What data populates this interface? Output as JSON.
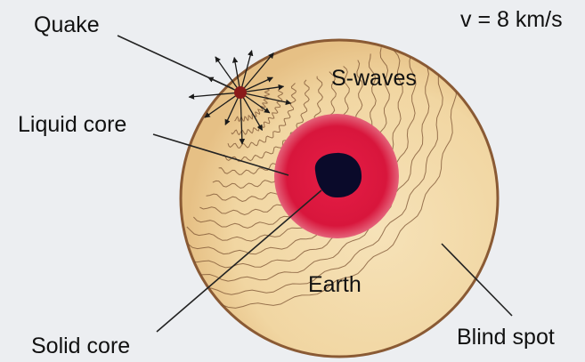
{
  "labels": {
    "quake": "Quake",
    "velocity": "v = 8 km/s",
    "s_waves": "S-waves",
    "liquid_core": "Liquid core",
    "solid_core": "Solid core",
    "earth": "Earth",
    "blind_spot": "Blind spot"
  },
  "colors": {
    "background": "#eceef1",
    "earth_fill": "#f1d6a2",
    "earth_outline": "#8a5a34",
    "wavefront": "#7a5030",
    "liquid_core": "#d8163c",
    "solid_core": "#0a0a2a",
    "quake_focus": "#8a1a1a",
    "leader_line": "#222222"
  },
  "icons": {
    "quake_focus": "starburst-icon"
  }
}
